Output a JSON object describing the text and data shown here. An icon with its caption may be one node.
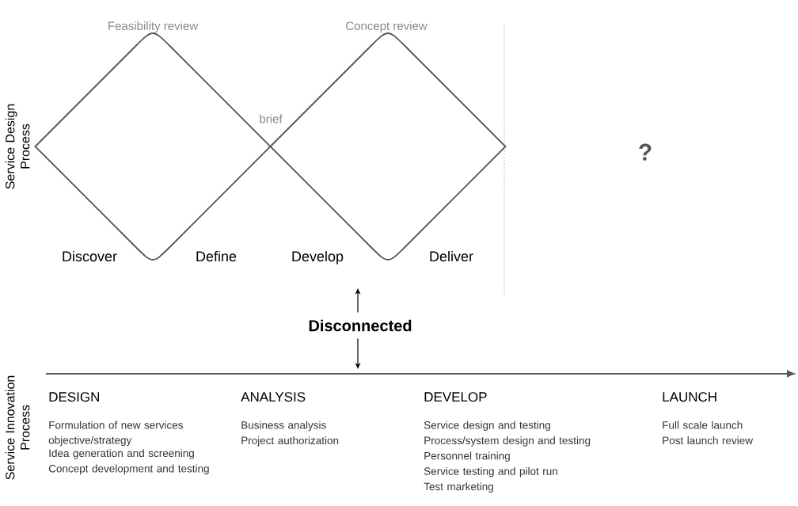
{
  "diagram": {
    "nodes": [
      {
        "text": [],
        "shape": "diamond"
      },
      {
        "text": [],
        "shape": "diamond"
      },
      {
        "text": [
          "Disconnected"
        ]
      }
    ],
    "edges": [
      {
        "from": 2,
        "to": null,
        "arrow": "to"
      },
      {
        "from": 2,
        "to": null,
        "arrow": "to"
      }
    ],
    "labels": [
      "Feasibility review",
      "Concept review",
      "brief",
      "Service Design Process",
      "Discover",
      "Define",
      "Develop",
      "Deliver",
      "?",
      "Service Innovation Process",
      "DESIGN",
      "Formulation of new services objective/strategy",
      "Idea generation and screening",
      "Concept development and testing",
      "ANALYSIS",
      "Business analysis",
      "Project authorization",
      "DEVELOP",
      "Service design and testing",
      "Process/system design and testing",
      "Personnel training",
      "Service testing and pilot run",
      "Test marketing",
      "LAUNCH",
      "Full scale launch",
      "Post launch review"
    ]
  }
}
